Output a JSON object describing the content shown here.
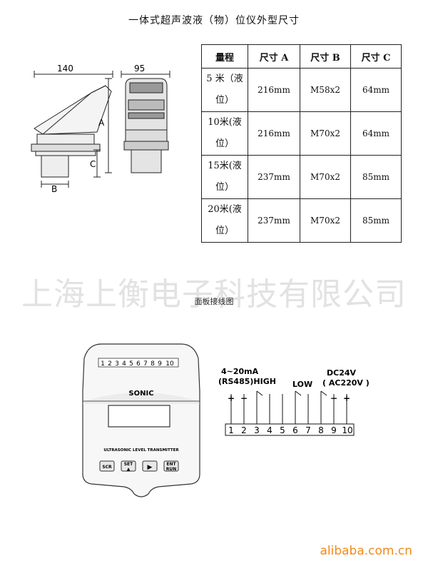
{
  "title": "一体式超声波液（物）位仪外型尺寸",
  "table": {
    "headers": [
      "量程",
      "尺寸 A",
      "尺寸 B",
      "尺寸 C"
    ],
    "rows": [
      {
        "range_a": "5 米（液",
        "range_b": "位）",
        "a": "216mm",
        "b": "M58x2",
        "c": "64mm"
      },
      {
        "range_a": "10米(液",
        "range_b": "位）",
        "a": "216mm",
        "b": "M70x2",
        "c": "64mm"
      },
      {
        "range_a": "15米(液",
        "range_b": "位）",
        "a": "237mm",
        "b": "M70x2",
        "c": "85mm"
      },
      {
        "range_a": "20米(液",
        "range_b": "位）",
        "a": "237mm",
        "b": "M70x2",
        "c": "85mm"
      }
    ]
  },
  "drawing": {
    "dim_140": "140",
    "dim_95": "95",
    "label_a": "A",
    "label_b": "B",
    "label_c": "C"
  },
  "watermark": "上海上衡电子科技有限公司",
  "subtitle": "面板接线图",
  "panel": {
    "terminals": [
      "1",
      "2",
      "3",
      "4",
      "5",
      "6",
      "7",
      "8",
      "9",
      "10"
    ],
    "brand": "SONIC",
    "model": "ULTRASONIC LEVEL TRANSMITTER",
    "buttons": [
      "SCR",
      "SET",
      "▶",
      "ENT"
    ],
    "button_sub": {
      "set": "▲",
      "ent": "RUN"
    }
  },
  "wiring": {
    "line1_left": "4~20mA",
    "line2_left": "(RS485)HIGH",
    "low": "LOW",
    "line1_right": "DC24V",
    "line2_right": "( AC220V )",
    "plus": "+",
    "minus": "−",
    "terminals": [
      "1",
      "2",
      "3",
      "4",
      "5",
      "6",
      "7",
      "8",
      "9",
      "10"
    ]
  },
  "footer": "alibaba.com.cn"
}
